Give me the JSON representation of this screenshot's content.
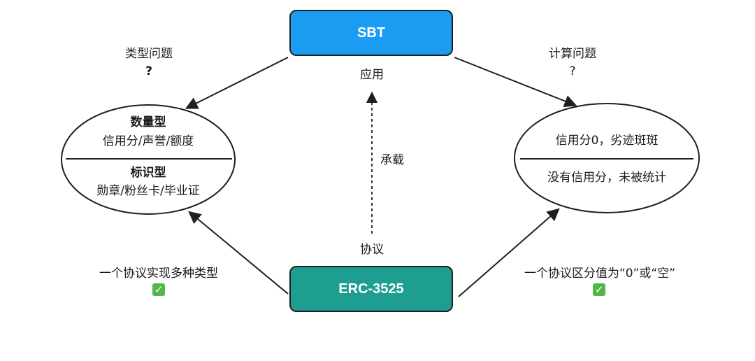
{
  "nodes": {
    "sbt": "SBT",
    "erc": "ERC-3525",
    "left_ellipse": {
      "top_title": "数量型",
      "top_desc": "信用分/声誉/额度",
      "bottom_title": "标识型",
      "bottom_desc": "勋章/粉丝卡/毕业证"
    },
    "right_ellipse": {
      "top_text": "信用分0，劣迹斑斑",
      "bottom_text": "没有信用分，未被统计"
    }
  },
  "labels": {
    "apply": "应用",
    "carry": "承载",
    "protocol": "协议",
    "type_issue": "类型问题",
    "type_issue_mark": "?",
    "calc_issue": "计算问题",
    "calc_issue_mark": "?",
    "left_solution": "一个协议实现多种类型",
    "right_solution": "一个协议区分值为“0”或“空”"
  },
  "icons": {
    "check": "check-mark-button-icon",
    "check_glyph": "✓"
  },
  "colors": {
    "sbt_fill": "#1a9cf2",
    "erc_fill": "#1e9e91",
    "check_green": "#4fb848",
    "stroke": "#1f1f1f"
  }
}
